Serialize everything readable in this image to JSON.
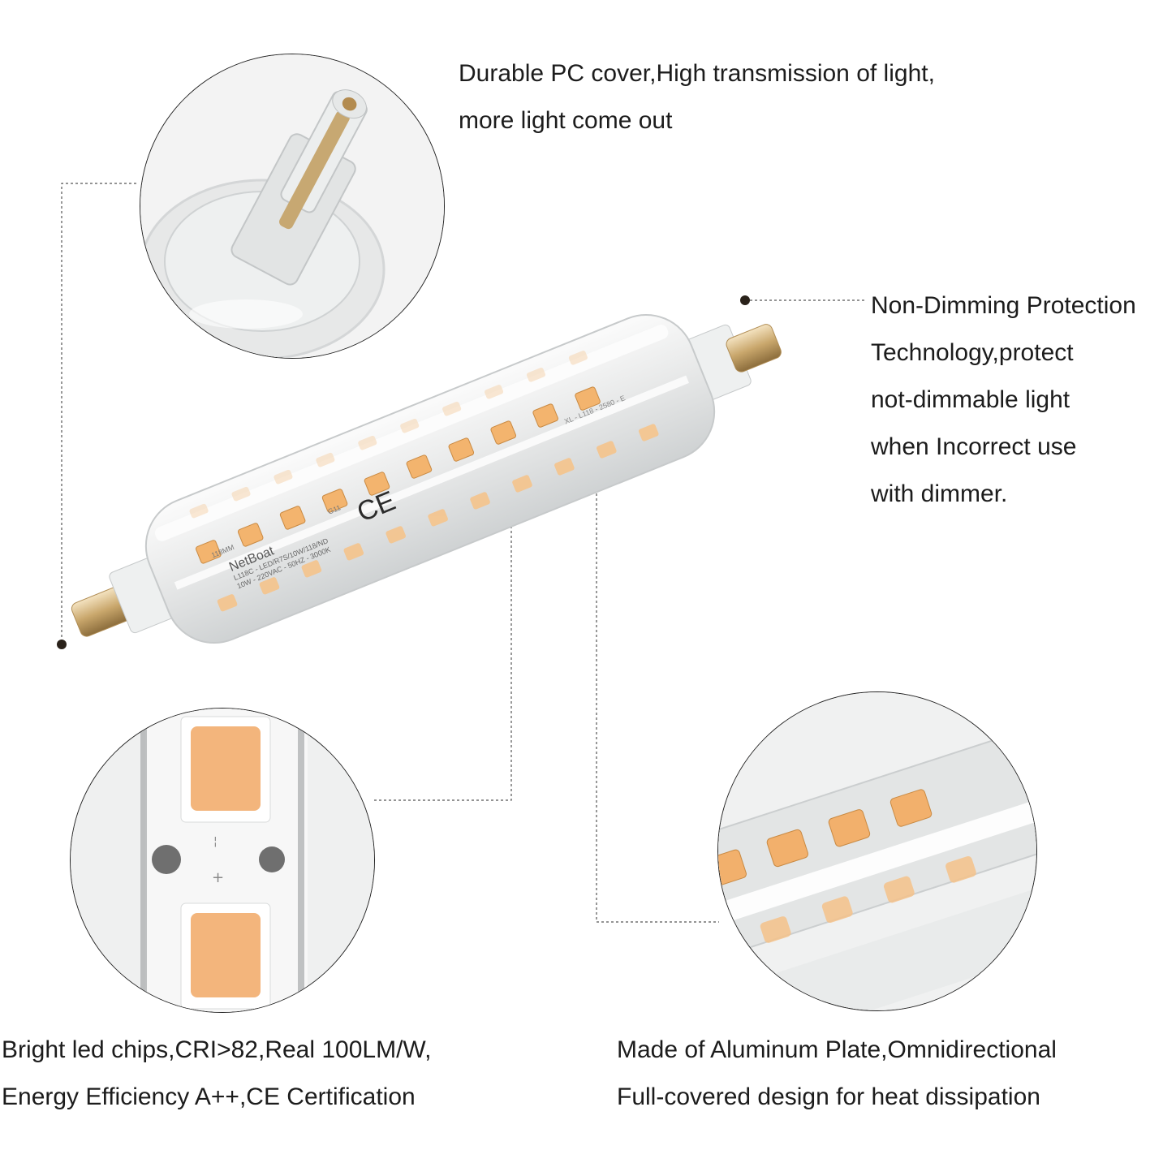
{
  "captions": {
    "top": [
      "Durable PC cover,High transmission of light,",
      "more light come out"
    ],
    "right": [
      "Non-Dimming Protection",
      "Technology,protect",
      "not-dimmable light",
      "when Incorrect use",
      "with dimmer."
    ],
    "bottom_left": [
      "Bright led chips,CRI>82,Real 100LM/W,",
      "Energy Efficiency A++,CE Certification"
    ],
    "bottom_right": [
      "Made of Aluminum Plate,Omnidirectional",
      "Full-covered design for heat dissipation"
    ]
  },
  "product_print": {
    "brand": "NetBoat",
    "length": "118MM",
    "base": "G11",
    "line1": "L118C - LED/R7S/10W/118/ND",
    "line2": "10W - 220VAC - 50HZ - 3000K",
    "ce_mark": "CE",
    "board_code": "XL - L118 - 2580 - E"
  },
  "colors": {
    "led": "#f3b46e",
    "text": "#1c1c1c",
    "leader": "#555555"
  }
}
